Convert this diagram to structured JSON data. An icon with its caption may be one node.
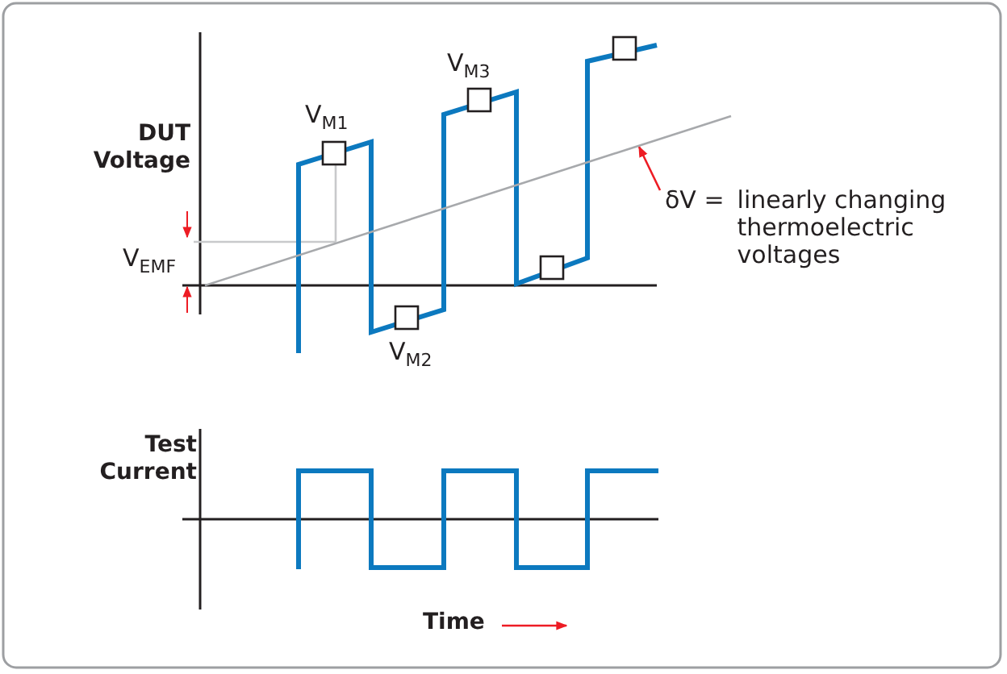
{
  "diagram": {
    "nodes": [
      {
        "text": [
          "δV =",
          "linearly changing thermoelectric voltages"
        ]
      },
      {
        "text": [],
        "shape": "line"
      }
    ],
    "edges": [
      {
        "from": 0,
        "to": 1,
        "arrow": "to"
      }
    ],
    "labels": [
      "DUT Voltage",
      "V$_{M3}$",
      "V$_{M1}$",
      "V$_{EMF}$",
      "V$_{M2}$",
      "Test Current",
      "Time"
    ]
  }
}
